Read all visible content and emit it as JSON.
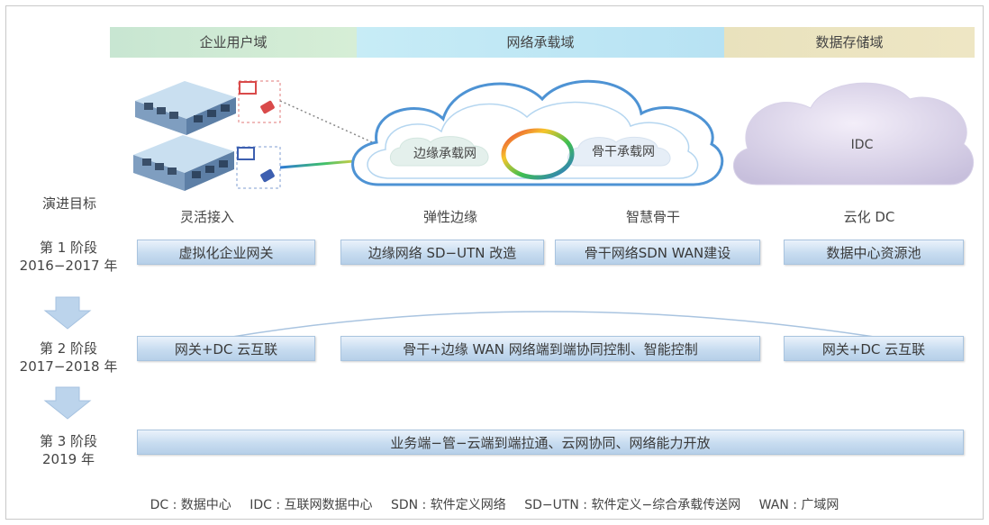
{
  "domains": {
    "enterprise": "企业用户域",
    "network": "网络承载域",
    "storage": "数据存储域"
  },
  "cloud": {
    "edge": "边缘承载网",
    "backbone": "骨干承载网",
    "idc": "IDC"
  },
  "goals": {
    "label": "演进目标",
    "access": "灵活接入",
    "edge": "弹性边缘",
    "backbone": "智慧骨干",
    "dc": "云化 DC"
  },
  "stages": [
    {
      "name": "第 1 阶段",
      "years": "2016−2017 年"
    },
    {
      "name": "第 2 阶段",
      "years": "2017−2018 年"
    },
    {
      "name": "第 3 阶段",
      "years": "2019 年"
    }
  ],
  "stage1": [
    "虚拟化企业网关",
    "边缘网络 SD−UTN 改造",
    "骨干网络SDN WAN建设",
    "数据中心资源池"
  ],
  "stage2": [
    "网关+DC 云互联",
    "骨干+边缘 WAN 网络端到端协同控制、智能控制",
    "网关+DC 云互联"
  ],
  "stage3": "业务端−管−云端到端拉通、云网协同、网络能力开放",
  "legend": [
    "DC : 数据中心",
    "IDC : 互联网数据中心",
    "SDN : 软件定义网络",
    "SD−UTN : 软件定义−综合承载传送网",
    "WAN : 广域网"
  ],
  "colors": {
    "enterprise_bg": "#d0ead4",
    "network_bg": "#bfe6f5",
    "storage_bg": "#ece4c1",
    "bar_fill": "#c7dcf0",
    "arrow": "#bcd4ec"
  }
}
